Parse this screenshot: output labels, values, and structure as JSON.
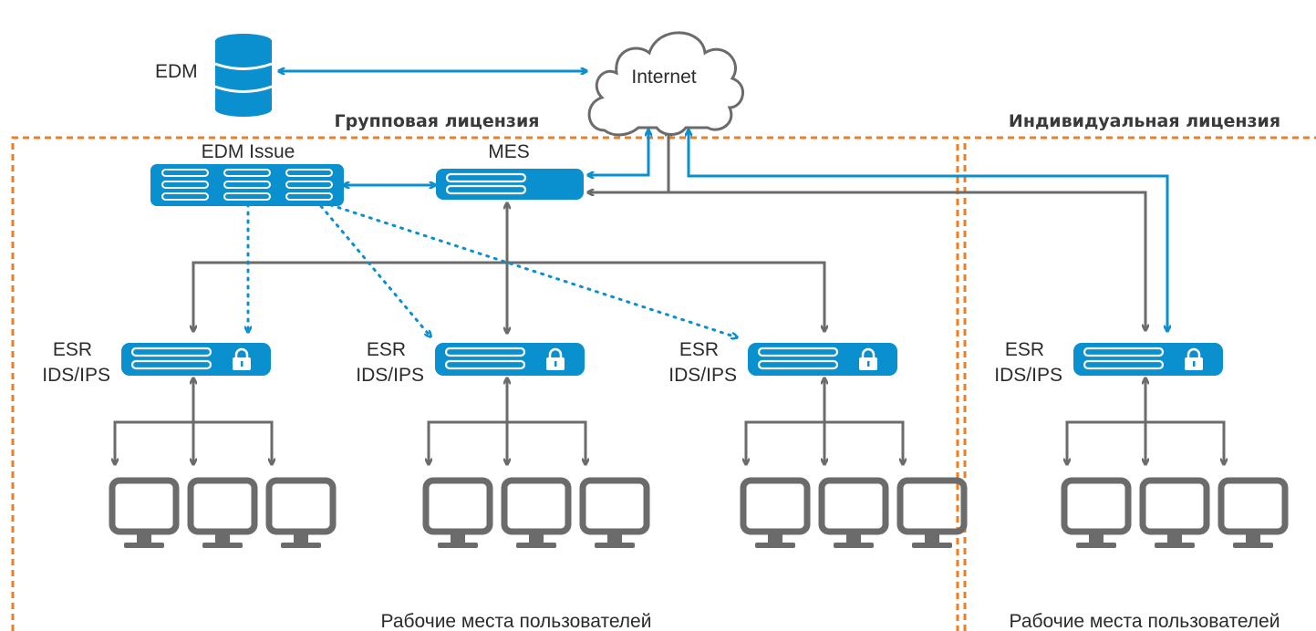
{
  "labels": {
    "edm": "EDM",
    "internet": "Internet",
    "group_license": "Групповая лицензия",
    "individual_license": "Индивидуальная лицензия",
    "edm_issue": "EDM Issue",
    "mes": "MES",
    "esr": "ESR",
    "ids_ips": "IDS/IPS",
    "workstations": "Рабочие места пользователей"
  },
  "colors": {
    "blue": "#0a8fcf",
    "gray": "#6b6b6b",
    "orange": "#f07d1e"
  },
  "icons": [
    "database-icon",
    "cloud-icon",
    "server-icon",
    "router-icon",
    "lock-icon",
    "monitor-icon"
  ]
}
